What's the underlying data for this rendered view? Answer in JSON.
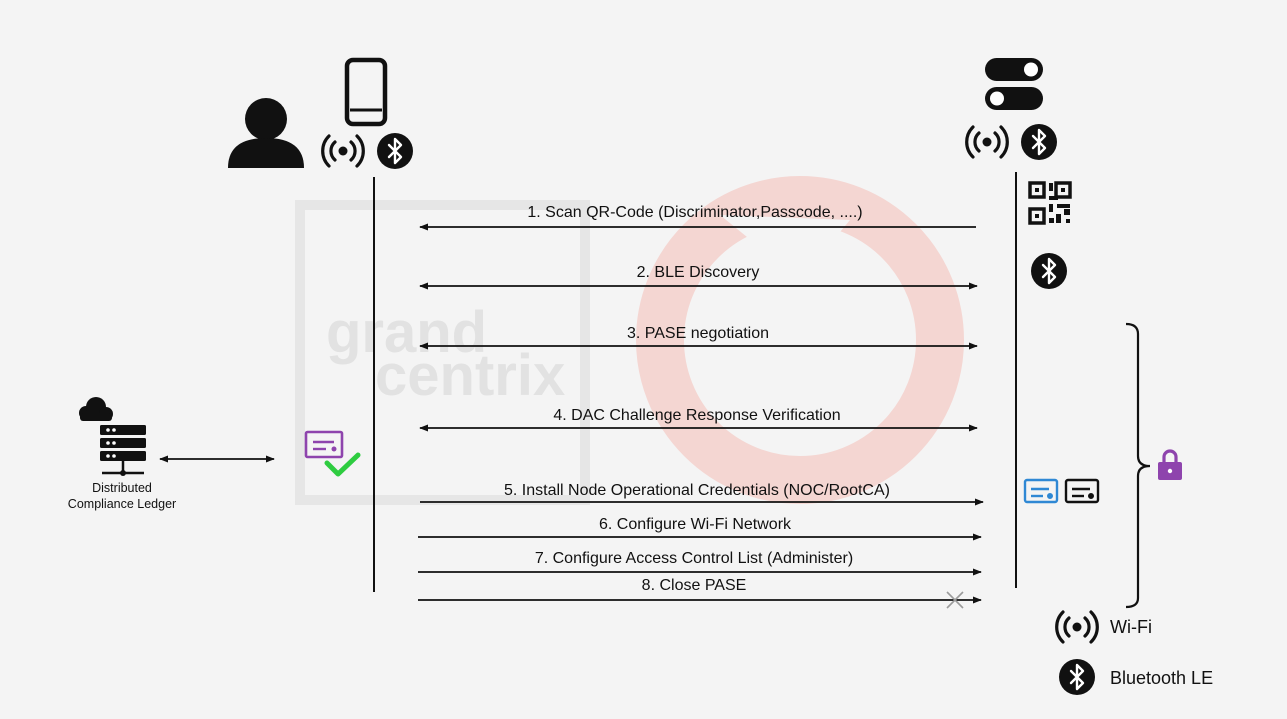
{
  "watermark": {
    "line1": "grand",
    "line2": "centrix"
  },
  "ledger": {
    "label_line1": "Distributed",
    "label_line2": "Compliance Ledger"
  },
  "steps": [
    {
      "label": "1. Scan QR-Code (Discriminator,Passcode, ....)",
      "direction": "left"
    },
    {
      "label": "2. BLE Discovery",
      "direction": "both"
    },
    {
      "label": "3. PASE negotiation",
      "direction": "both"
    },
    {
      "label": "4. DAC Challenge Response Verification",
      "direction": "both"
    },
    {
      "label": "5. Install Node Operational Credentials (NOC/RootCA)",
      "direction": "right"
    },
    {
      "label": "6. Configure Wi-Fi Network",
      "direction": "right"
    },
    {
      "label": "7. Configure Access Control List (Administer)",
      "direction": "right"
    },
    {
      "label": "8. Close PASE",
      "direction": "right"
    }
  ],
  "legend": {
    "wifi_label": "Wi-Fi",
    "ble_label": "Bluetooth LE"
  },
  "icons": {
    "user": "user-icon",
    "phone": "smartphone-icon",
    "wifi": "wifi-icon",
    "ble": "bluetooth-icon",
    "toggle": "toggle-switch-icon",
    "qr": "qr-code-icon",
    "cloud_server": "cloud-server-icon",
    "certificate": "certificate-icon",
    "check": "checkmark-icon",
    "lock": "lock-icon",
    "card": "credential-card-icon"
  },
  "colors": {
    "arrow": "#111111",
    "certificate": "#8e44ad",
    "check": "#2ecc40",
    "noc_card": "#2f88d4",
    "lock": "#8e44ad",
    "watermark_red": "#f2c8c4"
  }
}
